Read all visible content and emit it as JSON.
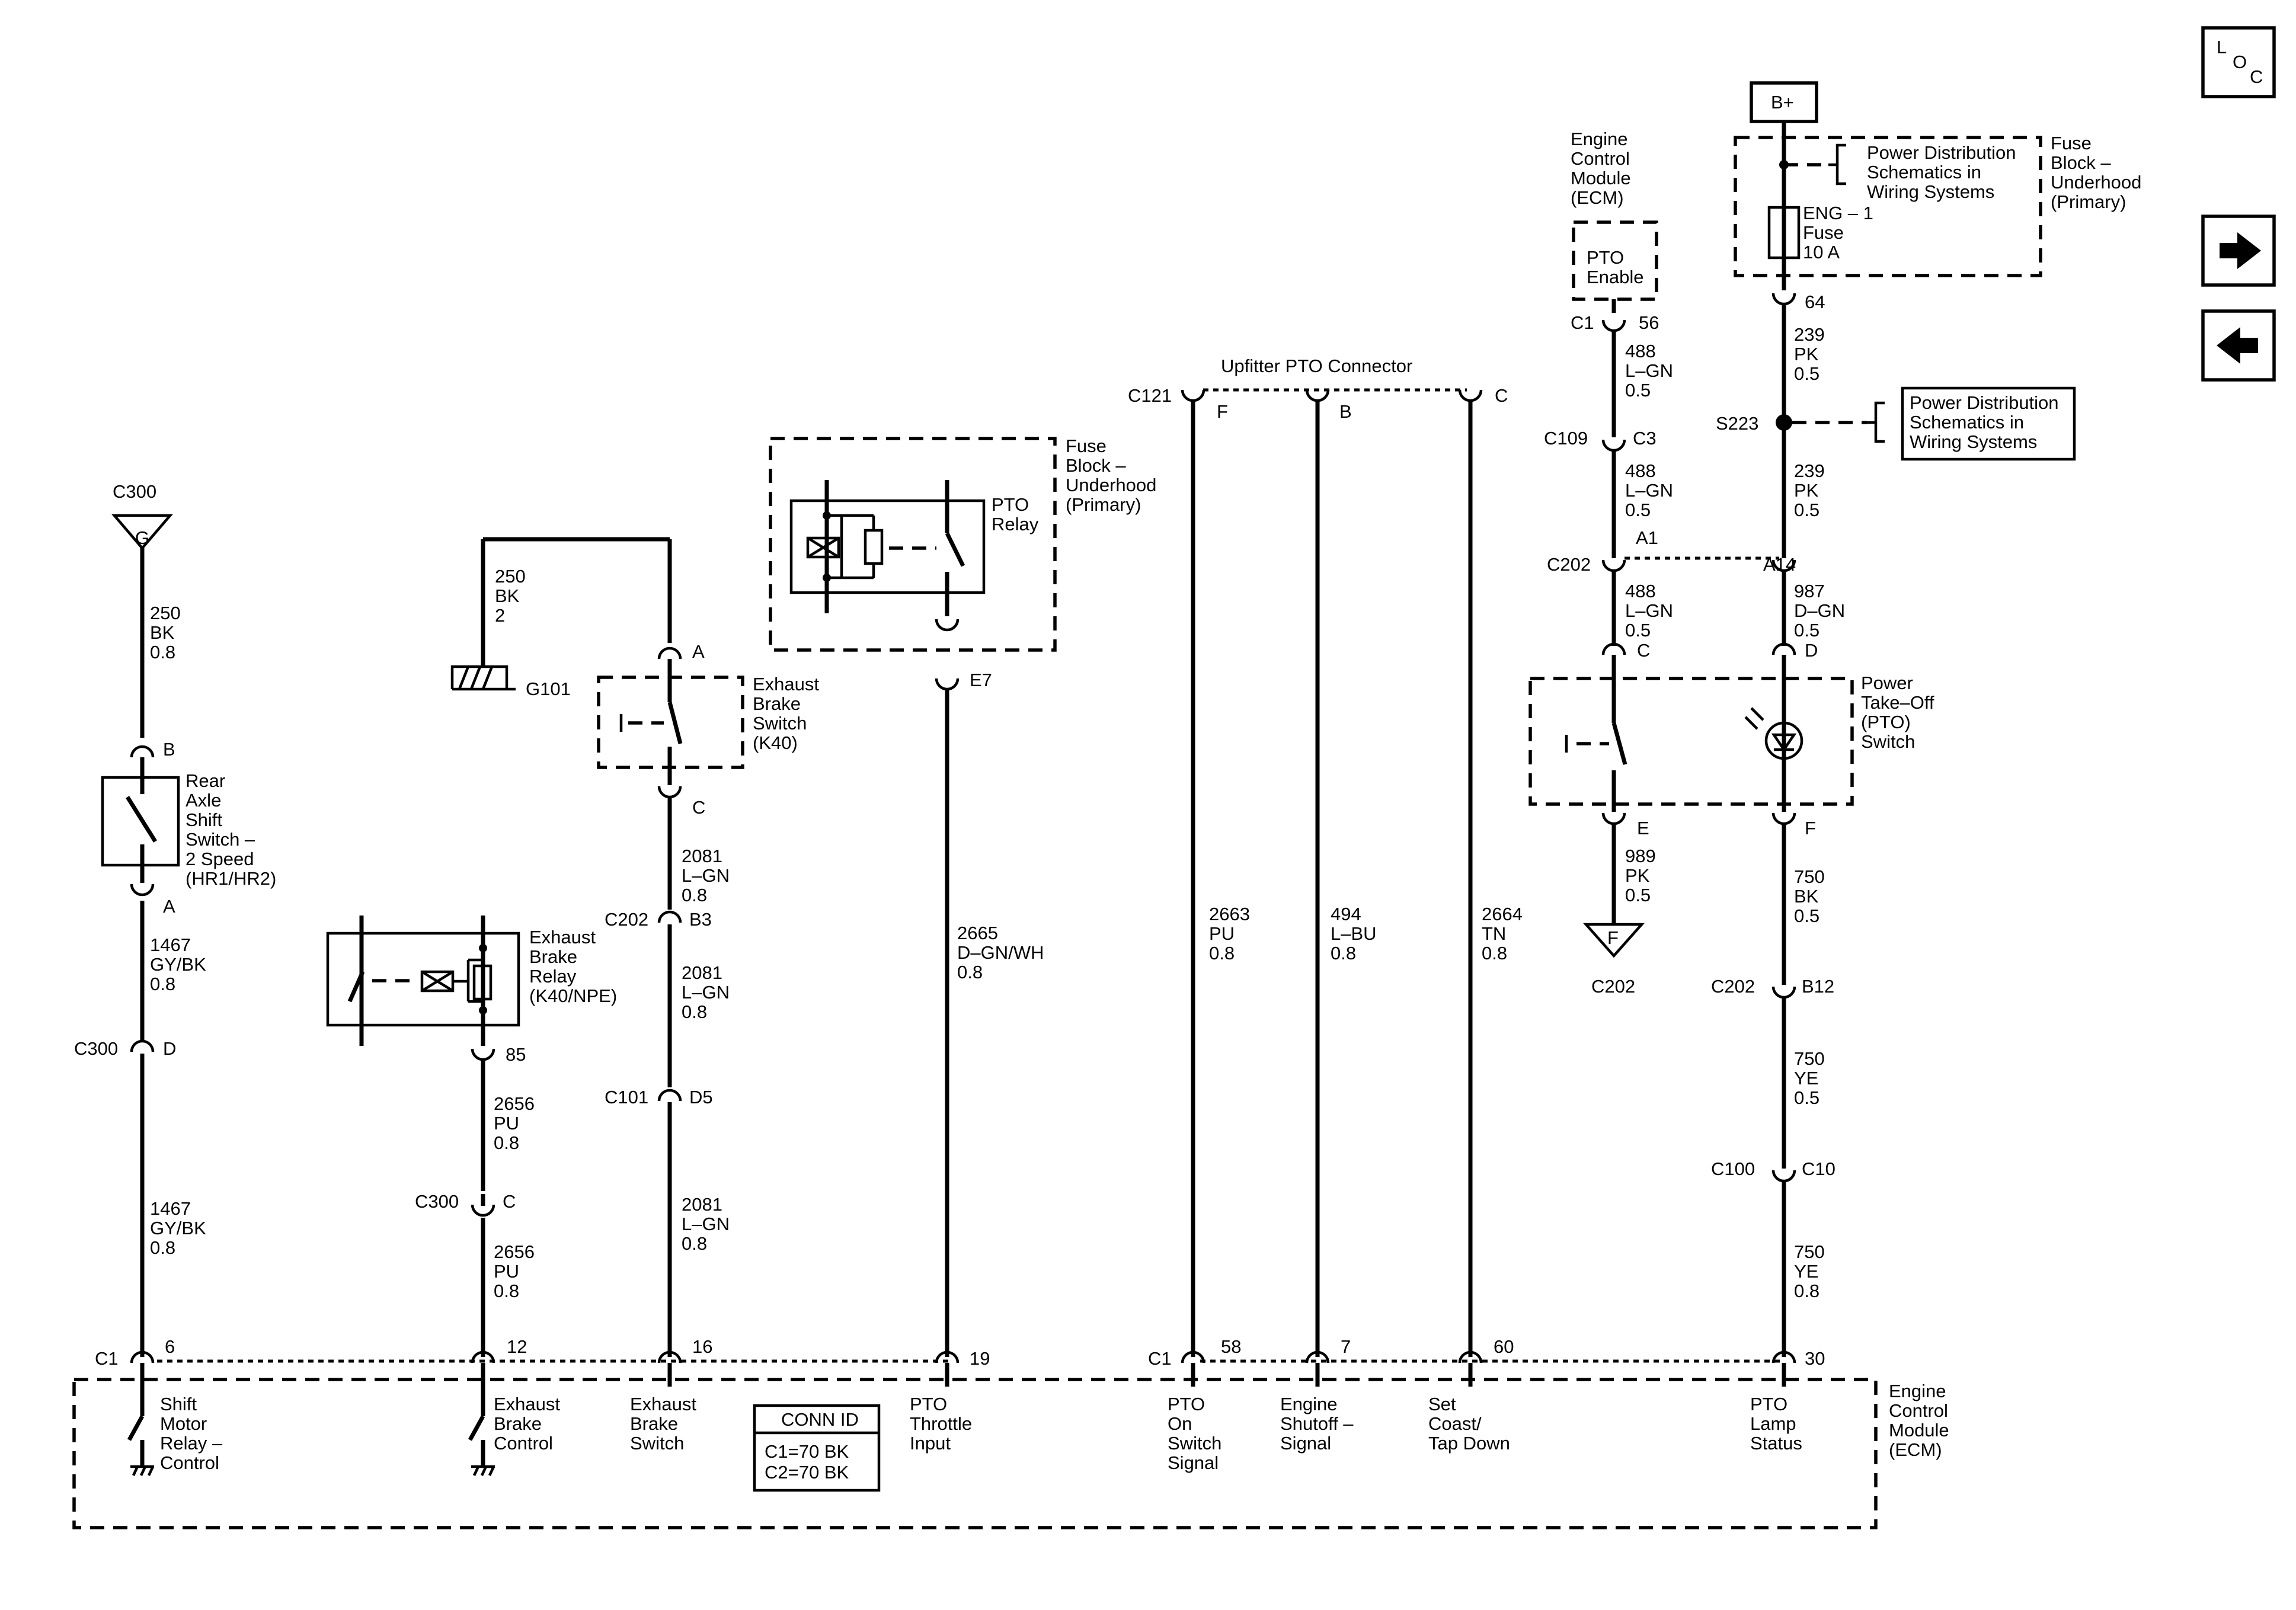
{
  "nav": {
    "loc_letters": [
      "L",
      "O",
      "C"
    ],
    "next_icon": "arrow-right-icon",
    "prev_icon": "arrow-left-icon"
  },
  "power": {
    "bplus": "B+",
    "fuse_block_label": [
      "Fuse",
      "Block –",
      "Underhood",
      "(Primary)"
    ],
    "pd_note_top": [
      "Power Distribution",
      "Schematics in",
      "Wiring  Systems"
    ],
    "fuse_label": [
      "ENG – 1",
      "Fuse",
      "10 A"
    ],
    "pin_64": "64",
    "wire_239a": [
      "239",
      "PK",
      "0.5"
    ],
    "splice": "S223",
    "pd_note_box": [
      "Power Distribution",
      "Schematics in",
      "Wiring  Systems"
    ],
    "wire_239b": [
      "239",
      "PK",
      "0.5"
    ]
  },
  "ecm_top": {
    "label": [
      "Engine",
      "Control",
      "Module",
      "(ECM)"
    ],
    "box_label": [
      "PTO",
      "Enable"
    ],
    "c1": "C1",
    "pin_56": "56",
    "wire_488a": [
      "488",
      "L–GN",
      "0.5"
    ],
    "c109": "C109",
    "pin_c3": "C3",
    "wire_488b": [
      "488",
      "L–GN",
      "0.5"
    ],
    "pin_a1": "A1",
    "c202": "C202",
    "pin_a14": "A14",
    "wire_488c": [
      "488",
      "L–GN",
      "0.5"
    ],
    "wire_987": [
      "987",
      "D–GN",
      "0.5"
    ]
  },
  "pto_switch": {
    "label": [
      "Power",
      "Take–Off",
      "(PTO)",
      "Switch"
    ],
    "pin_c": "C",
    "pin_d": "D",
    "pin_e": "E",
    "pin_f": "F",
    "wire_989": [
      "989",
      "PK",
      "0.5"
    ],
    "ref_f": "F",
    "ref_c202": "C202",
    "wire_750a": [
      "750",
      "BK",
      "0.5"
    ],
    "c202": "C202",
    "pin_b12": "B12",
    "wire_750b": [
      "750",
      "YE",
      "0.5"
    ],
    "c100": "C100",
    "pin_c10": "C10",
    "wire_750c": [
      "750",
      "YE",
      "0.8"
    ]
  },
  "upfitter": {
    "title": "Upfitter PTO Connector",
    "c121": "C121",
    "pin_f": "F",
    "pin_b": "B",
    "pin_c": "C",
    "wire_2663": [
      "2663",
      "PU",
      "0.8"
    ],
    "wire_494": [
      "494",
      "L–BU",
      "0.8"
    ],
    "wire_2664": [
      "2664",
      "TN",
      "0.8"
    ]
  },
  "pto_relay": {
    "fuse_block_label": [
      "Fuse",
      "Block –",
      "Underhood",
      "(Primary)"
    ],
    "relay_label": [
      "PTO",
      "Relay"
    ],
    "pin_e7": "E7",
    "wire_2665": [
      "2665",
      "D–GN/WH",
      "0.8"
    ]
  },
  "exhaust": {
    "ground_wire": [
      "250",
      "BK",
      "2"
    ],
    "g101": "G101",
    "pin_a": "A",
    "switch_label": [
      "Exhaust",
      "Brake",
      "Switch",
      "(K40)"
    ],
    "pin_c": "C",
    "wire_2081a": [
      "2081",
      "L–GN",
      "0.8"
    ],
    "c202": "C202",
    "pin_b3": "B3",
    "wire_2081b": [
      "2081",
      "L–GN",
      "0.8"
    ],
    "c101": "C101",
    "pin_d5": "D5",
    "wire_2081c": [
      "2081",
      "L–GN",
      "0.8"
    ],
    "relay_label": [
      "Exhaust",
      "Brake",
      "Relay",
      "(K40/NPE)"
    ],
    "pin_85": "85",
    "wire_2656a": [
      "2656",
      "PU",
      "0.8"
    ],
    "c300": "C300",
    "pin_c300": "C",
    "wire_2656b": [
      "2656",
      "PU",
      "0.8"
    ]
  },
  "rear_axle": {
    "c300_top": "C300",
    "ground_letter": "G",
    "wire_250": [
      "250",
      "BK",
      "0.8"
    ],
    "pin_b": "B",
    "switch_label": [
      "Rear",
      "Axle",
      "Shift",
      "Switch –",
      "2 Speed",
      "(HR1/HR2)"
    ],
    "pin_a": "A",
    "wire_1467a": [
      "1467",
      "GY/BK",
      "0.8"
    ],
    "c300": "C300",
    "pin_d": "D",
    "wire_1467b": [
      "1467",
      "GY/BK",
      "0.8"
    ]
  },
  "ecm_bottom": {
    "c1_left": "C1",
    "c1_right": "C1",
    "pins": [
      "6",
      "12",
      "16",
      "19",
      "58",
      "7",
      "60",
      "30"
    ],
    "signals": {
      "shift_motor": [
        "Shift",
        "Motor",
        "Relay –",
        "Control"
      ],
      "exhaust_control": [
        "Exhaust",
        "Brake",
        "Control"
      ],
      "exhaust_switch": [
        "Exhaust",
        "Brake",
        "Switch"
      ],
      "pto_throttle": [
        "PTO",
        "Throttle",
        "Input"
      ],
      "pto_on": [
        "PTO",
        "On",
        "Switch",
        "Signal"
      ],
      "engine_shutoff": [
        "Engine",
        "Shutoff –",
        "Signal"
      ],
      "set_coast": [
        "Set",
        "Coast/",
        "Tap Down"
      ],
      "pto_lamp": [
        "PTO",
        "Lamp",
        "Status"
      ]
    },
    "conn_id": {
      "title": "CONN ID",
      "rows": [
        "C1=70 BK",
        "C2=70 BK"
      ]
    },
    "ecm_label": [
      "Engine",
      "Control",
      "Module",
      "(ECM)"
    ]
  }
}
